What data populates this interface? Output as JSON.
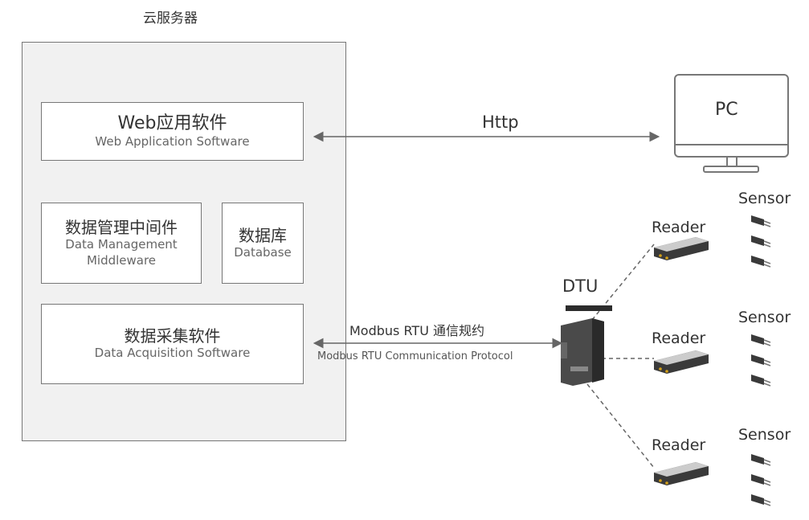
{
  "cloud_server": {
    "title": "云服务器"
  },
  "web_app": {
    "title_zh": "Web应用软件",
    "title_en": "Web Application Software"
  },
  "middleware": {
    "title_zh": "数据管理中间件",
    "title_en_line1": "Data Management",
    "title_en_line2": "Middleware"
  },
  "database": {
    "title_zh": "数据库",
    "title_en": "Database"
  },
  "acquisition": {
    "title_zh": "数据采集软件",
    "title_en": "Data Acquisition Software"
  },
  "http_link": {
    "label": "Http"
  },
  "modbus_link": {
    "label_zh": "Modbus RTU 通信规约",
    "label_en": "Modbus RTU Communication Protocol"
  },
  "pc": {
    "label": "PC"
  },
  "dtu": {
    "label": "DTU"
  },
  "readers": [
    {
      "label": "Reader"
    },
    {
      "label": "Reader"
    },
    {
      "label": "Reader"
    }
  ],
  "sensor_groups": [
    {
      "label": "Sensor"
    },
    {
      "label": "Sensor"
    },
    {
      "label": "Sensor"
    }
  ],
  "colors": {
    "frame": "#777777",
    "server_bg": "#f1f1f1",
    "arrow": "#666666",
    "device_dark": "#3a3a3a"
  }
}
